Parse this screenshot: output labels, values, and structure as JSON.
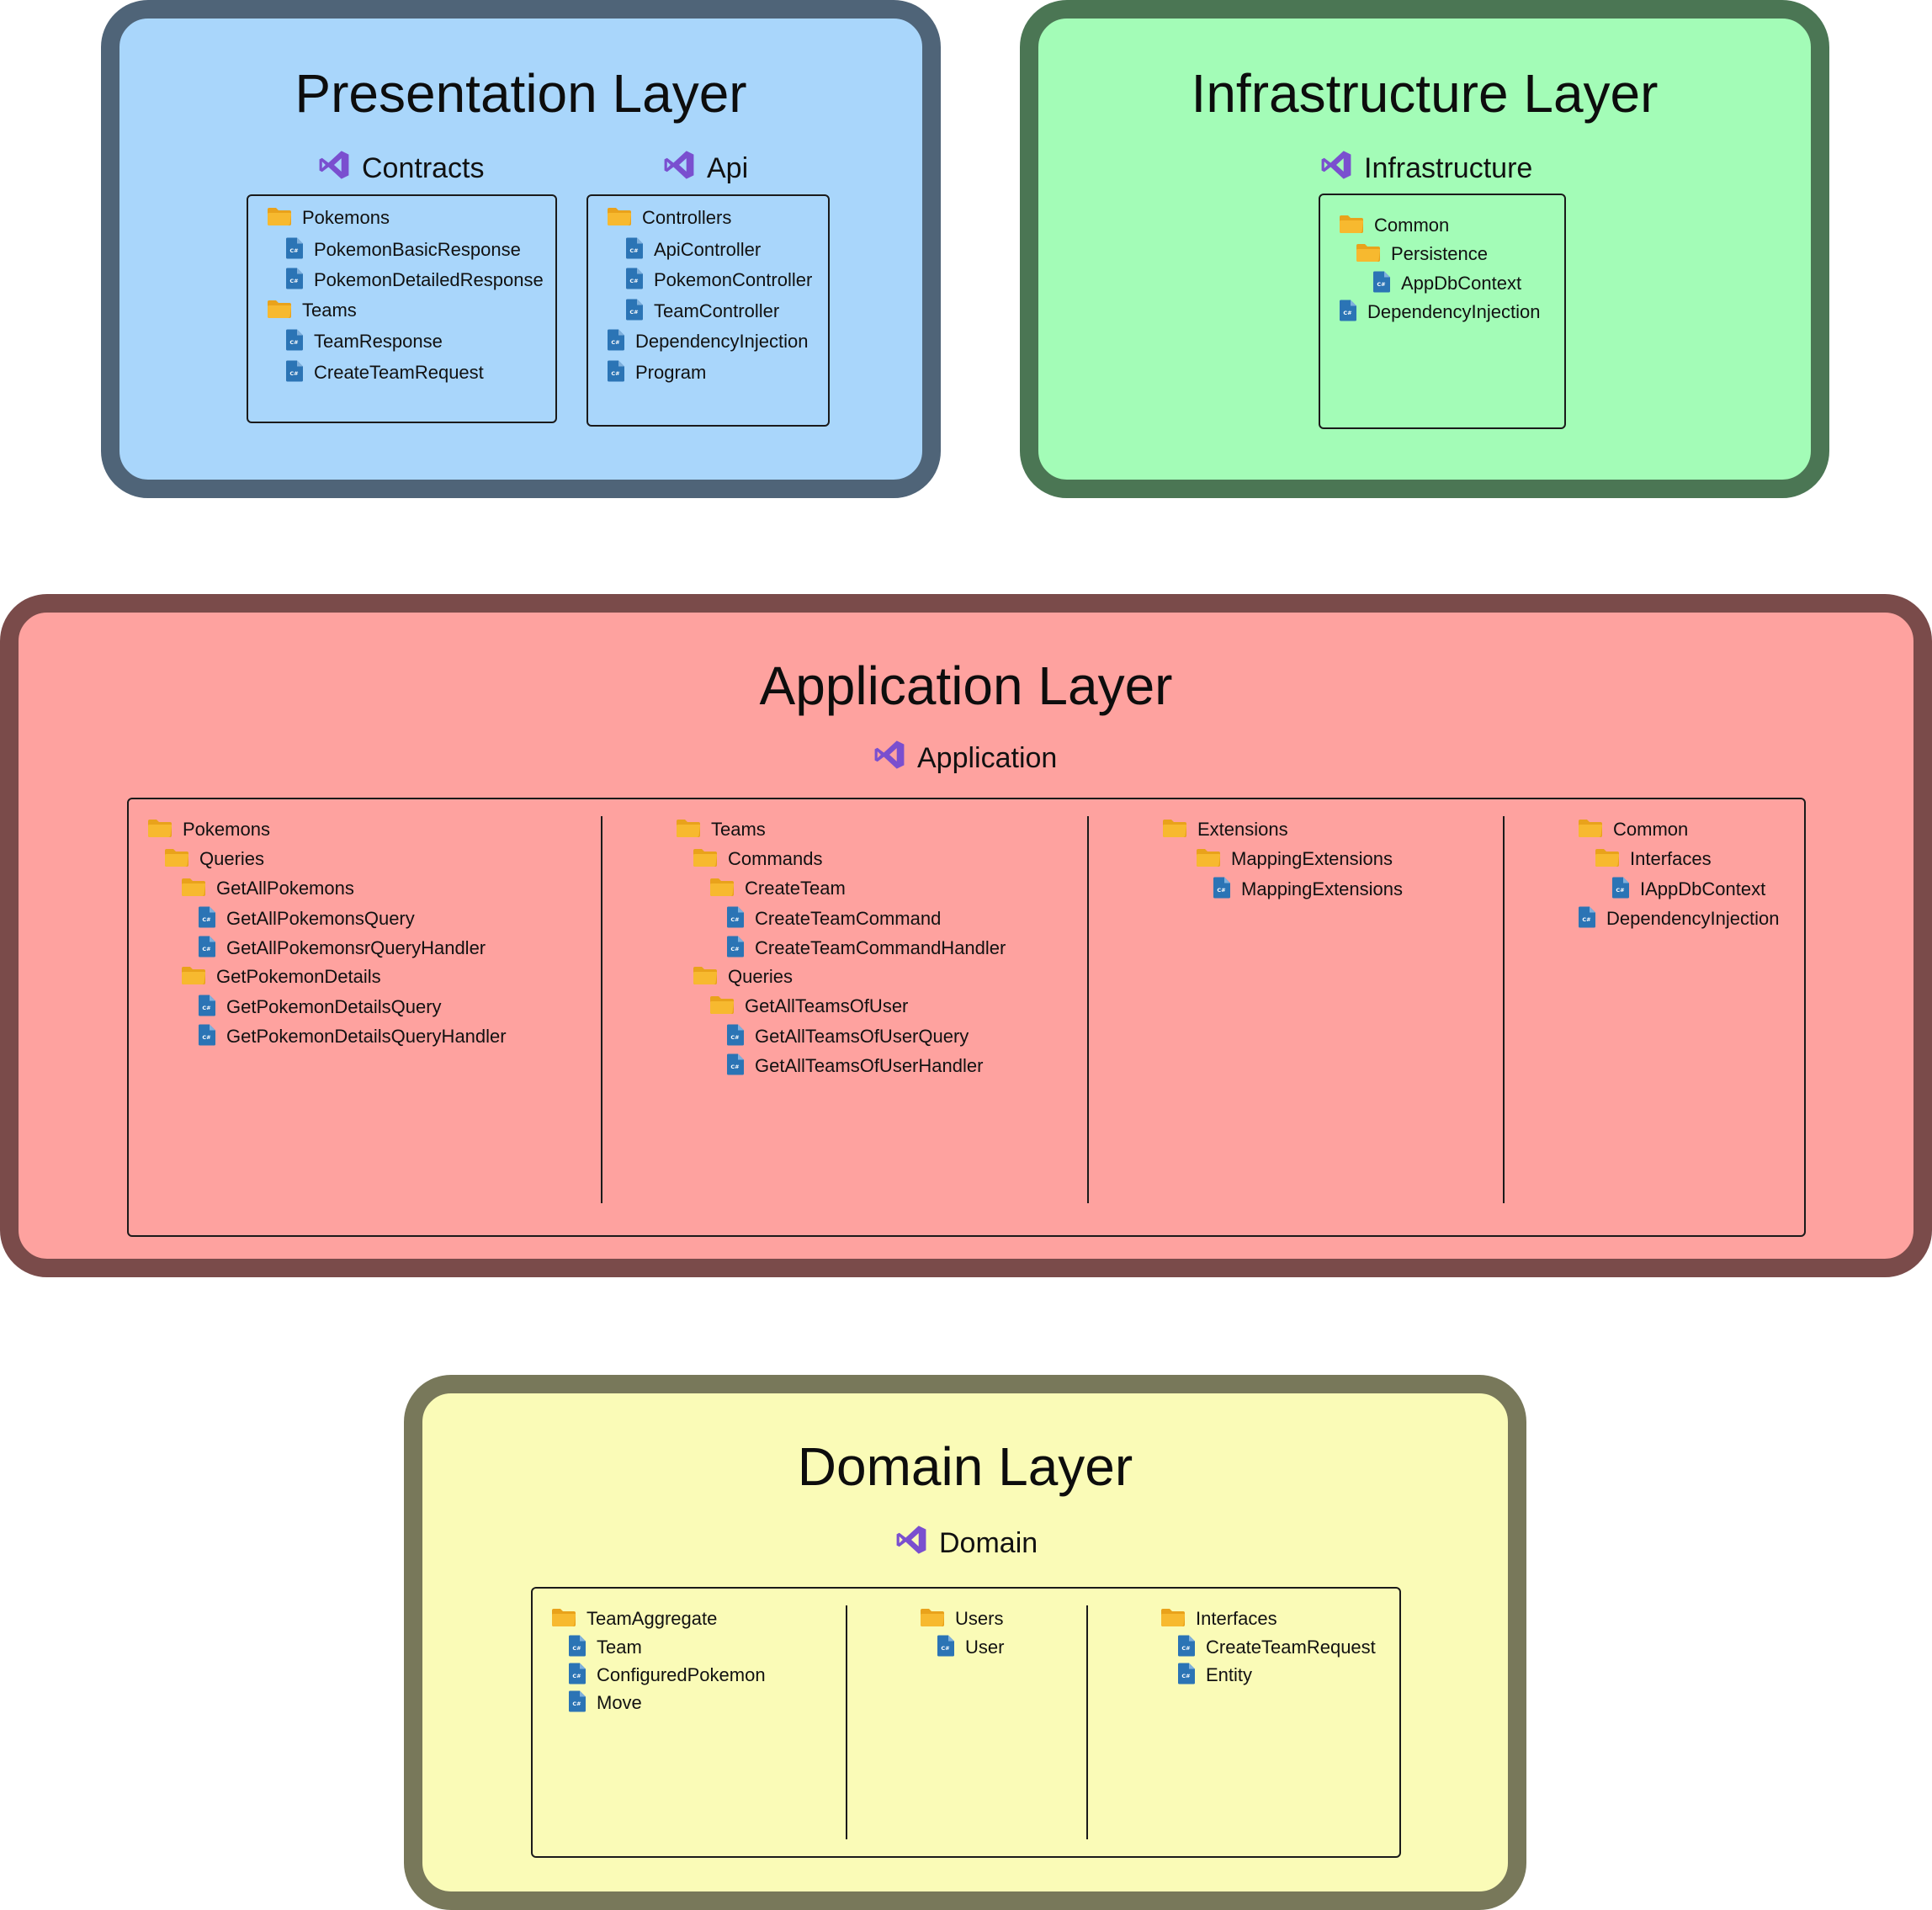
{
  "colors": {
    "presentation_fill": "#a9d6fb",
    "presentation_border": "#4f6478",
    "infrastructure_fill": "#a3fcb7",
    "infrastructure_border": "#4b7654",
    "application_fill": "#fea29f",
    "application_border": "#7a4b4a",
    "domain_fill": "#fafbb7",
    "domain_border": "#78785a",
    "folder": "#f7b92f",
    "file": "#2b74b5",
    "vs_purple": "#7a4fcf"
  },
  "icons": {
    "project": "visual-studio-icon",
    "folder": "folder-icon",
    "file": "csharp-file-icon"
  },
  "presentation": {
    "title": "Presentation Layer",
    "projects": [
      {
        "name": "Contracts",
        "items": [
          {
            "type": "folder",
            "label": "Pokemons",
            "depth": 0
          },
          {
            "type": "file",
            "label": "PokemonBasicResponse",
            "depth": 1
          },
          {
            "type": "file",
            "label": "PokemonDetailedResponse",
            "depth": 1
          },
          {
            "type": "folder",
            "label": "Teams",
            "depth": 0
          },
          {
            "type": "file",
            "label": "TeamResponse",
            "depth": 1
          },
          {
            "type": "file",
            "label": "CreateTeamRequest",
            "depth": 1
          }
        ]
      },
      {
        "name": "Api",
        "items": [
          {
            "type": "folder",
            "label": "Controllers",
            "depth": 0
          },
          {
            "type": "file",
            "label": "ApiController",
            "depth": 1
          },
          {
            "type": "file",
            "label": "PokemonController",
            "depth": 1
          },
          {
            "type": "file",
            "label": "TeamController",
            "depth": 1
          },
          {
            "type": "file",
            "label": "DependencyInjection",
            "depth": 0
          },
          {
            "type": "file",
            "label": "Program",
            "depth": 0
          }
        ]
      }
    ]
  },
  "infrastructure": {
    "title": "Infrastructure Layer",
    "project": {
      "name": "Infrastructure",
      "items": [
        {
          "type": "folder",
          "label": "Common",
          "depth": 0
        },
        {
          "type": "folder",
          "label": "Persistence",
          "depth": 1
        },
        {
          "type": "file",
          "label": "AppDbContext",
          "depth": 2
        },
        {
          "type": "file",
          "label": "DependencyInjection",
          "depth": 0
        }
      ]
    }
  },
  "application": {
    "title": "Application Layer",
    "project": {
      "name": "Application",
      "columns": [
        [
          {
            "type": "folder",
            "label": "Pokemons",
            "depth": 0
          },
          {
            "type": "folder",
            "label": "Queries",
            "depth": 1
          },
          {
            "type": "folder",
            "label": "GetAllPokemons",
            "depth": 2
          },
          {
            "type": "file",
            "label": "GetAllPokemonsQuery",
            "depth": 3
          },
          {
            "type": "file",
            "label": "GetAllPokemonsrQueryHandler",
            "depth": 3
          },
          {
            "type": "folder",
            "label": "GetPokemonDetails",
            "depth": 2
          },
          {
            "type": "file",
            "label": "GetPokemonDetailsQuery",
            "depth": 3
          },
          {
            "type": "file",
            "label": "GetPokemonDetailsQueryHandler",
            "depth": 3
          }
        ],
        [
          {
            "type": "folder",
            "label": "Teams",
            "depth": 0
          },
          {
            "type": "folder",
            "label": "Commands",
            "depth": 1
          },
          {
            "type": "folder",
            "label": "CreateTeam",
            "depth": 2
          },
          {
            "type": "file",
            "label": "CreateTeamCommand",
            "depth": 3
          },
          {
            "type": "file",
            "label": "CreateTeamCommandHandler",
            "depth": 3
          },
          {
            "type": "folder",
            "label": "Queries",
            "depth": 1
          },
          {
            "type": "folder",
            "label": "GetAllTeamsOfUser",
            "depth": 2
          },
          {
            "type": "file",
            "label": "GetAllTeamsOfUserQuery",
            "depth": 3
          },
          {
            "type": "file",
            "label": "GetAllTeamsOfUserHandler",
            "depth": 3
          }
        ],
        [
          {
            "type": "folder",
            "label": "Extensions",
            "depth": 0
          },
          {
            "type": "folder",
            "label": "MappingExtensions",
            "depth": 2
          },
          {
            "type": "file",
            "label": "MappingExtensions",
            "depth": 3
          }
        ],
        [
          {
            "type": "folder",
            "label": "Common",
            "depth": 0
          },
          {
            "type": "folder",
            "label": "Interfaces",
            "depth": 1
          },
          {
            "type": "file",
            "label": "IAppDbContext",
            "depth": 2
          },
          {
            "type": "file",
            "label": "DependencyInjection",
            "depth": 0
          }
        ]
      ]
    }
  },
  "domain": {
    "title": "Domain Layer",
    "project": {
      "name": "Domain",
      "columns": [
        [
          {
            "type": "folder",
            "label": "TeamAggregate",
            "depth": 0
          },
          {
            "type": "file",
            "label": "Team",
            "depth": 1
          },
          {
            "type": "file",
            "label": "ConfiguredPokemon",
            "depth": 1
          },
          {
            "type": "file",
            "label": "Move",
            "depth": 1
          }
        ],
        [
          {
            "type": "folder",
            "label": "Users",
            "depth": 0
          },
          {
            "type": "file",
            "label": "User",
            "depth": 1
          }
        ],
        [
          {
            "type": "folder",
            "label": "Interfaces",
            "depth": 0
          },
          {
            "type": "file",
            "label": "CreateTeamRequest",
            "depth": 1
          },
          {
            "type": "file",
            "label": "Entity",
            "depth": 1
          }
        ]
      ]
    }
  }
}
